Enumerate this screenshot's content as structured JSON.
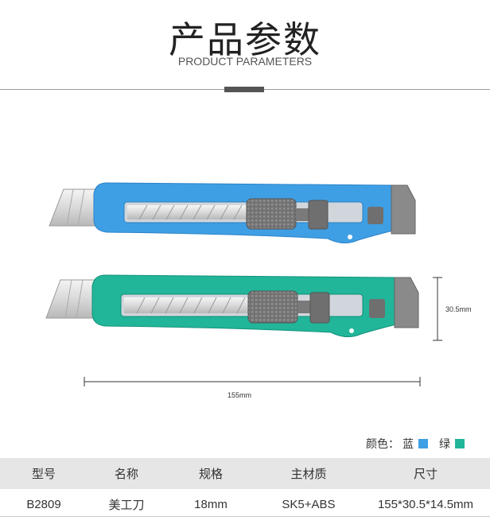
{
  "header": {
    "title": "产品参数",
    "subtitle": "PRODUCT PARAMETERS"
  },
  "figure": {
    "width_label": "155mm",
    "height_label": "30.5mm",
    "knives": [
      {
        "name": "blue",
        "body_color": "#3f9fe4",
        "body_shadow": "#2a82c9"
      },
      {
        "name": "green",
        "body_color": "#21b59a",
        "body_shadow": "#12937b"
      }
    ]
  },
  "legend": {
    "label": "颜色：",
    "items": [
      {
        "text": "蓝",
        "color": "#3f9fe4"
      },
      {
        "text": "绿",
        "color": "#21b59a"
      }
    ]
  },
  "table": {
    "headers": [
      "型号",
      "名称",
      "规格",
      "主材质",
      "尺寸"
    ],
    "rows": [
      [
        "B2809",
        "美工刀",
        "18mm",
        "SK5+ABS",
        "155*30.5*14.5mm"
      ]
    ]
  }
}
